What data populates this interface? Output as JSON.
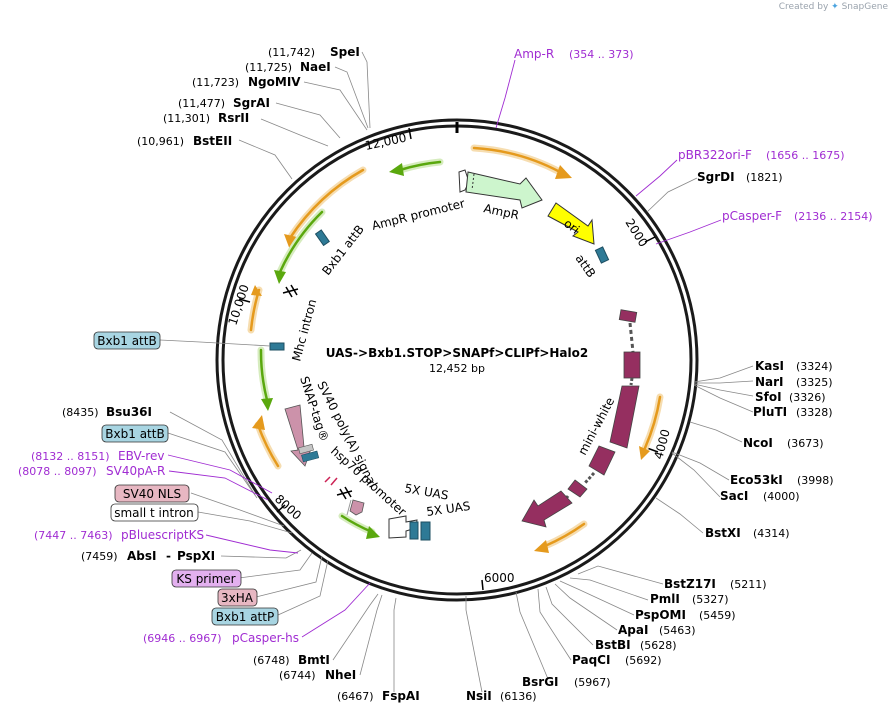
{
  "credit": {
    "prefix": "Created by",
    "brand": "SnapGene",
    "logo_icon": "snapgene-logo-icon"
  },
  "plasmid": {
    "name": "UAS->Bxb1.STOP>SNAPf>CLIPf>Halo2",
    "size_label": "12,452 bp",
    "length": 12452
  },
  "ring_ticks": [
    {
      "label": "12,000"
    },
    {
      "label": "2000"
    },
    {
      "label": "4000"
    },
    {
      "label": "6000"
    },
    {
      "label": "8000"
    },
    {
      "label": "10,000"
    }
  ],
  "features": {
    "ampr_promoter": "AmpR promoter",
    "ampr": "AmpR",
    "ori": "ori",
    "attb_top": "attB",
    "bxb1_attb": "Bxb1 attB",
    "mhc_intron": "Mhc intron",
    "sv40_polya": "SV40 poly(A) signal",
    "snap_tag": "SNAP-tag®",
    "hsp70": "hsp70 promoter",
    "uas5x_a": "5X UAS",
    "uas5x_b": "5X UAS",
    "mini_white": "mini-white"
  },
  "left_labels": [
    {
      "pos": "(11,742)",
      "name": "SpeI"
    },
    {
      "pos": "(11,725)",
      "name": "NaeI"
    },
    {
      "pos": "(11,723)",
      "name": "NgoMIV"
    },
    {
      "pos": "(11,477)",
      "name": "SgrAI"
    },
    {
      "pos": "(11,301)",
      "name": "RsrII"
    },
    {
      "pos": "(10,961)",
      "name": "BstEII"
    },
    {
      "name": "Bxb1 attB",
      "boxed": "blue"
    },
    {
      "pos": "(8435)",
      "name": "Bsu36I"
    },
    {
      "name": "Bxb1 attB",
      "boxed": "blue"
    },
    {
      "pos": "(8132 .. 8151)",
      "name": "EBV-rev",
      "purple": true
    },
    {
      "pos": "(8078 .. 8097)",
      "name": "SV40pA-R",
      "purple": true
    },
    {
      "name": "SV40 NLS",
      "boxed": "pink"
    },
    {
      "name": "small t intron",
      "boxed": "white"
    },
    {
      "pos": "(7447 .. 7463)",
      "name": "pBluescriptKS",
      "purple": true
    },
    {
      "pos": "(7459)",
      "name": "AbsI",
      "name2": "PspXI"
    },
    {
      "name": "KS primer",
      "boxed": "violet"
    },
    {
      "name": "3xHA",
      "boxed": "pink"
    },
    {
      "name": "Bxb1 attP",
      "boxed": "blue"
    },
    {
      "pos": "(6946 .. 6967)",
      "name": "pCasper-hs",
      "purple": true
    },
    {
      "pos": "(6748)",
      "name": "BmtI"
    },
    {
      "pos": "(6744)",
      "name": "NheI"
    },
    {
      "pos": "(6467)",
      "name": "FspAI"
    }
  ],
  "right_labels": [
    {
      "name": "Amp-R",
      "pos": "(354 .. 373)",
      "purple": true
    },
    {
      "name": "pBR322ori-F",
      "pos": "(1656 .. 1675)",
      "purple": true
    },
    {
      "name": "SgrDI",
      "pos": "(1821)"
    },
    {
      "name": "pCasper-F",
      "pos": "(2136 .. 2154)",
      "purple": true
    },
    {
      "name": "KasI",
      "pos": "(3324)"
    },
    {
      "name": "NarI",
      "pos": "(3325)"
    },
    {
      "name": "SfoI",
      "pos": "(3326)"
    },
    {
      "name": "PluTI",
      "pos": "(3328)"
    },
    {
      "name": "NcoI",
      "pos": "(3673)"
    },
    {
      "name": "Eco53kI",
      "pos": "(3998)"
    },
    {
      "name": "SacI",
      "pos": "(4000)"
    },
    {
      "name": "BstXI",
      "pos": "(4314)"
    },
    {
      "name": "BstZ17I",
      "pos": "(5211)"
    },
    {
      "name": "PmlI",
      "pos": "(5327)"
    },
    {
      "name": "PspOMI",
      "pos": "(5459)"
    },
    {
      "name": "ApaI",
      "pos": "(5463)"
    },
    {
      "name": "BstBI",
      "pos": "(5628)"
    },
    {
      "name": "PaqCI",
      "pos": "(5692)"
    },
    {
      "name": "BsrGI",
      "pos": "(5967)"
    },
    {
      "name": "NsiI",
      "pos": "(6136)"
    }
  ],
  "colors": {
    "purple": "#a02cd2",
    "ampr": "#cdf5cd",
    "ori": "#ffff00",
    "attb": "#2e7a96",
    "mini_white": "#952f60",
    "snap": "#cc92aa",
    "orange": "#e59a1d",
    "green": "#5aa80e"
  }
}
